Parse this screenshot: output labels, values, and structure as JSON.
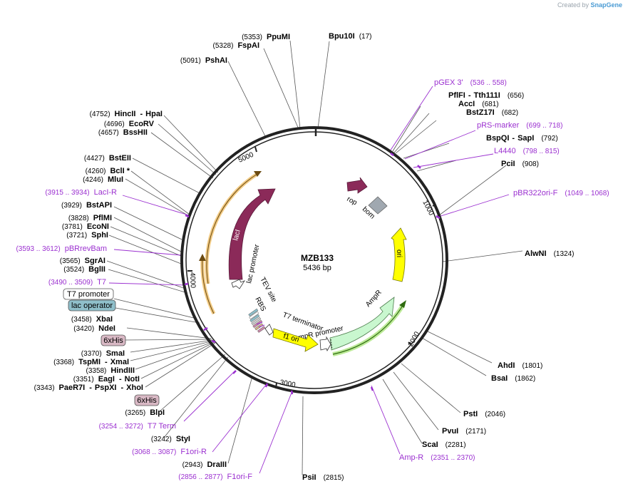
{
  "watermark": {
    "prefix": "Created by",
    "brand": "SnapGene"
  },
  "plasmid": {
    "name": "MZB133",
    "length": "5436 bp",
    "length_bp": 5436
  },
  "ticks": [
    "1000",
    "2000",
    "3000",
    "4000",
    "5000"
  ],
  "enzymes_right": [
    {
      "name": "Bpu10I",
      "pos": "(17)"
    },
    {
      "name": "PflFI",
      "alt": "Tth111I",
      "pos": "(656)"
    },
    {
      "name": "AccI",
      "pos": "(681)"
    },
    {
      "name": "BstZ17I",
      "pos": "(682)"
    },
    {
      "name": "BspQI",
      "alt": "SapI",
      "pos": "(792)"
    },
    {
      "name": "PciI",
      "pos": "(908)"
    },
    {
      "name": "AlwNI",
      "pos": "(1324)"
    },
    {
      "name": "AhdI",
      "pos": "(1801)"
    },
    {
      "name": "BsaI",
      "pos": "(1862)"
    },
    {
      "name": "PstI",
      "pos": "(2046)"
    },
    {
      "name": "PvuI",
      "pos": "(2171)"
    },
    {
      "name": "ScaI",
      "pos": "(2281)"
    },
    {
      "name": "PsiI",
      "pos": "(2815)"
    }
  ],
  "enzymes_left": [
    {
      "name": "PpuMI",
      "pos": "(5353)"
    },
    {
      "name": "FspAI",
      "pos": "(5328)"
    },
    {
      "name": "PshAI",
      "pos": "(5091)"
    },
    {
      "name": "HincII",
      "alt": "HpaI",
      "pos": "(4752)"
    },
    {
      "name": "EcoRV",
      "pos": "(4696)"
    },
    {
      "name": "BssHII",
      "pos": "(4657)"
    },
    {
      "name": "BstEII",
      "pos": "(4427)"
    },
    {
      "name": "BclI *",
      "pos": "(4260)"
    },
    {
      "name": "MluI",
      "pos": "(4246)"
    },
    {
      "name": "BstAPI",
      "pos": "(3929)"
    },
    {
      "name": "PflMI",
      "pos": "(3828)"
    },
    {
      "name": "EcoNI",
      "pos": "(3781)"
    },
    {
      "name": "SphI",
      "pos": "(3721)"
    },
    {
      "name": "SgrAI",
      "pos": "(3565)"
    },
    {
      "name": "BglII",
      "pos": "(3524)"
    },
    {
      "name": "XbaI",
      "pos": "(3458)"
    },
    {
      "name": "NdeI",
      "pos": "(3420)"
    },
    {
      "name": "SmaI",
      "pos": "(3370)"
    },
    {
      "name": "TspMI",
      "alt": "XmaI",
      "pos": "(3368)"
    },
    {
      "name": "HindIII",
      "pos": "(3358)"
    },
    {
      "name": "EagI",
      "alt": "NotI",
      "pos": "(3351)"
    },
    {
      "name": "PaeR7I",
      "alt": "PspXI",
      "alt2": "XhoI",
      "pos": "(3343)"
    },
    {
      "name": "BlpI",
      "pos": "(3265)"
    },
    {
      "name": "StyI",
      "pos": "(3242)"
    },
    {
      "name": "DraIII",
      "pos": "(2943)"
    }
  ],
  "primers": [
    {
      "name": "pGEX 3'",
      "range": "(536 .. 558)"
    },
    {
      "name": "pRS-marker",
      "range": "(699 .. 718)"
    },
    {
      "name": "L4440",
      "range": "(798 .. 815)"
    },
    {
      "name": "pBR322ori-F",
      "range": "(1049 .. 1068)"
    },
    {
      "name": "Amp-R",
      "range": "(2351 .. 2370)"
    },
    {
      "name": "LacI-R",
      "range": "(3915 .. 3934)"
    },
    {
      "name": "pBRrevBam",
      "range": "(3593 .. 3612)"
    },
    {
      "name": "T7",
      "range": "(3490 .. 3509)"
    },
    {
      "name": "T7 Term",
      "range": "(3254 .. 3272)"
    },
    {
      "name": "F1ori-R",
      "range": "(3068 .. 3087)"
    },
    {
      "name": "F1ori-F",
      "range": "(2856 .. 2877)"
    }
  ],
  "tags": [
    {
      "name": "T7 promoter",
      "color": "#ffffff"
    },
    {
      "name": "lac operator",
      "color": "#8fbfca"
    },
    {
      "name": "6xHis",
      "color": "#d8b8c4"
    },
    {
      "name": "6xHis",
      "color": "#d8b8c4"
    }
  ],
  "features": [
    {
      "name": "rop",
      "color": "#8b2a59"
    },
    {
      "name": "bom",
      "color": "#a0a8b0"
    },
    {
      "name": "ori",
      "color": "#ffff00"
    },
    {
      "name": "AmpR",
      "color": "#c9f7cf"
    },
    {
      "name": "AmpR promoter",
      "color": "#ffffff"
    },
    {
      "name": "f1 ori",
      "color": "#ffff00"
    },
    {
      "name": "T7 terminator",
      "color": "#9aa0a6"
    },
    {
      "name": "RBS",
      "color": "#cccccc"
    },
    {
      "name": "TEV site",
      "color": "#d2b48c"
    },
    {
      "name": "lac promoter",
      "color": "#ffffff"
    },
    {
      "name": "lacI",
      "color": "#8b2a59"
    }
  ],
  "colors": {
    "primer": "#9b30d0",
    "backbone": "#222222",
    "orange_track": "#e8a020",
    "green_track": "#3e8a18"
  }
}
